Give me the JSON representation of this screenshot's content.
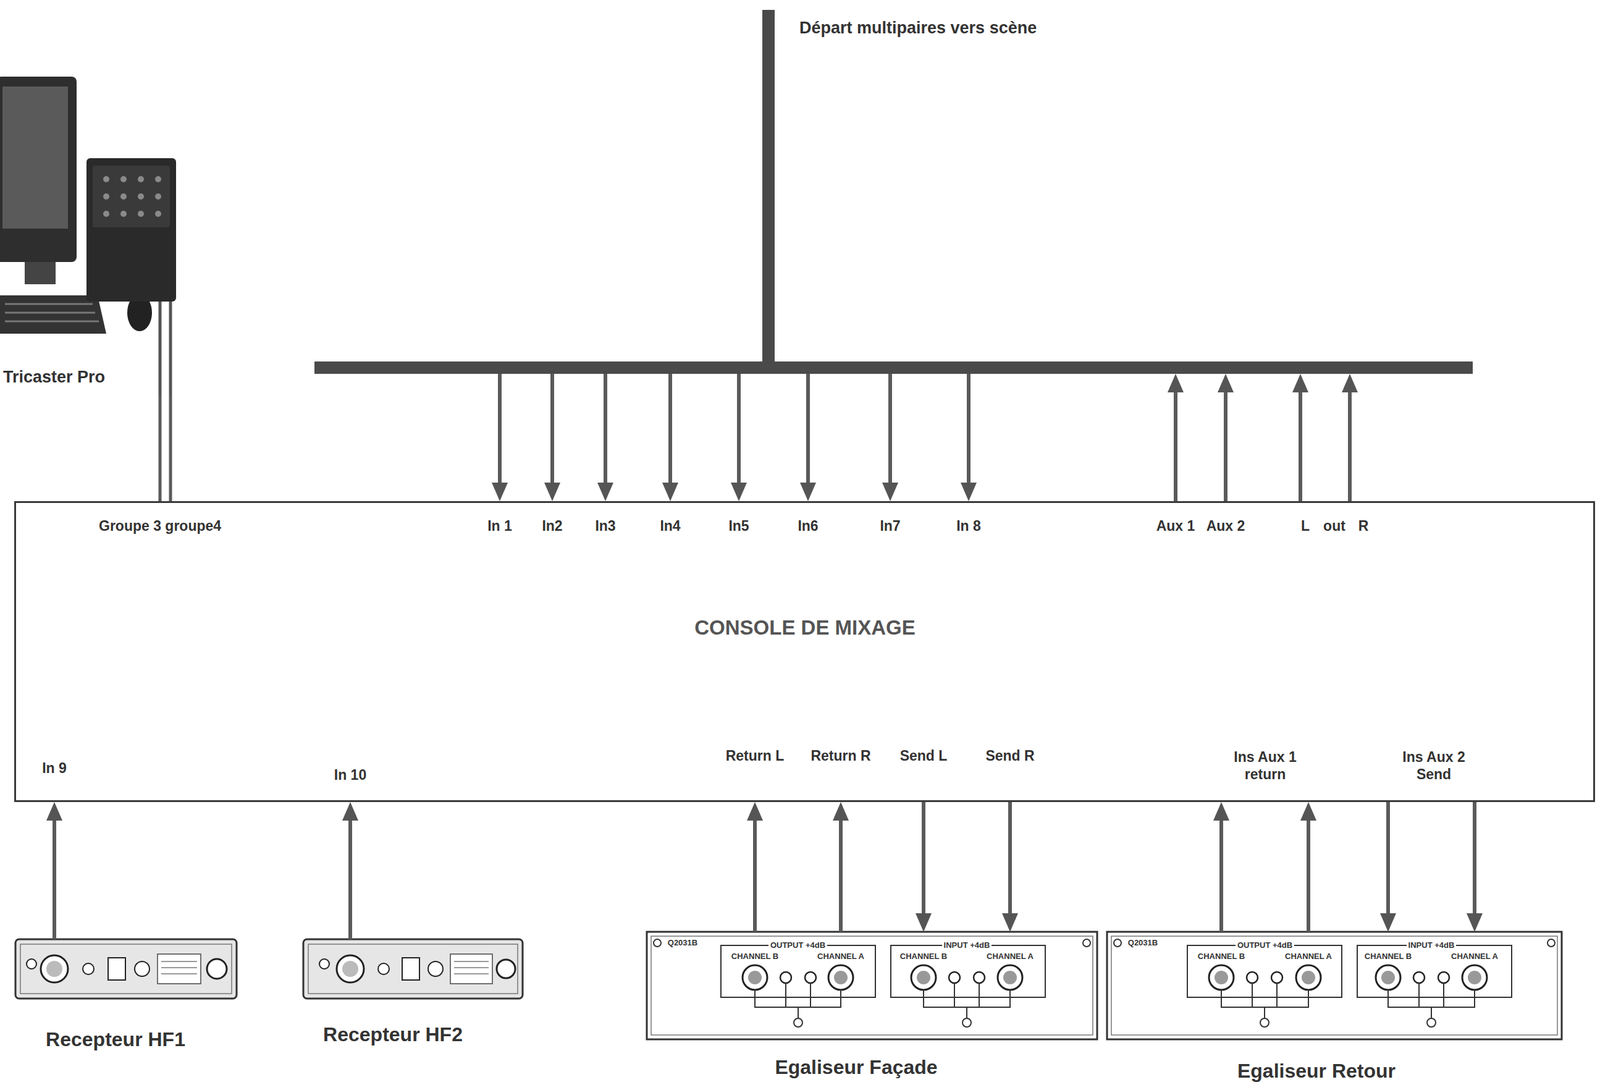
{
  "diagram": {
    "nodes": [
      {
        "text": [
          "Départ multipaires vers scène"
        ]
      },
      {
        "text": [
          "Tricaster Pro"
        ]
      },
      {
        "text": [
          "CONSOLE DE MIXAGE"
        ]
      },
      {
        "text": [
          "Recepteur HF1"
        ]
      },
      {
        "text": [
          "Recepteur HF2"
        ]
      },
      {
        "text": [
          "Q2031B",
          "CHANNEL B",
          "OUTPUT +4dB",
          "CHANNEL A",
          "CHANNEL B",
          "INPUT +4dB",
          "CHANNEL A",
          "Egaliseur Façade"
        ]
      },
      {
        "text": [
          "Q2031B",
          "CHANNEL B",
          "OUTPUT +4dB",
          "CHANNEL A",
          "CHANNEL B",
          "INPUT +4dB",
          "CHANNEL A",
          "Egaliseur Retour"
        ]
      }
    ],
    "edges": [
      {
        "from": 0,
        "to": 2,
        "arrow": "to",
        "label": "In 1"
      },
      {
        "from": 0,
        "to": 2,
        "arrow": "to",
        "label": "In2"
      },
      {
        "from": 0,
        "to": 2,
        "arrow": "to",
        "label": "In3"
      },
      {
        "from": 0,
        "to": 2,
        "arrow": "to",
        "label": "In4"
      },
      {
        "from": 0,
        "to": 2,
        "arrow": "to",
        "label": "In5"
      },
      {
        "from": 0,
        "to": 2,
        "arrow": "to",
        "label": "In6"
      },
      {
        "from": 0,
        "to": 2,
        "arrow": "to",
        "label": "In7"
      },
      {
        "from": 0,
        "to": 2,
        "arrow": "to",
        "label": "In 8"
      },
      {
        "from": 2,
        "to": 0,
        "arrow": "to",
        "label": "Aux 1"
      },
      {
        "from": 2,
        "to": 0,
        "arrow": "to",
        "label": "Aux 2"
      },
      {
        "from": 2,
        "to": 0,
        "arrow": "to",
        "label": "L"
      },
      {
        "from": 2,
        "to": 0,
        "arrow": "to",
        "label": "R"
      },
      {
        "from": 2,
        "to": 1,
        "arrow": "none"
      },
      {
        "from": 2,
        "to": 1,
        "arrow": "none"
      },
      {
        "from": 3,
        "to": 2,
        "arrow": "to",
        "label": "In 9"
      },
      {
        "from": 4,
        "to": 2,
        "arrow": "to",
        "label": "In 10"
      },
      {
        "from": 5,
        "to": 2,
        "arrow": "to",
        "label": "Return L"
      },
      {
        "from": 5,
        "to": 2,
        "arrow": "to",
        "label": "Return R"
      },
      {
        "from": 2,
        "to": 5,
        "arrow": "to",
        "label": "Send L"
      },
      {
        "from": 2,
        "to": 5,
        "arrow": "to",
        "label": "Send R"
      },
      {
        "from": 6,
        "to": 2,
        "arrow": "to"
      },
      {
        "from": 6,
        "to": 2,
        "arrow": "to"
      },
      {
        "from": 2,
        "to": 6,
        "arrow": "to"
      },
      {
        "from": 2,
        "to": 6,
        "arrow": "to"
      }
    ],
    "labels": [
      "Groupe 3 groupe4",
      "out",
      "Ins Aux 1 return",
      "Ins Aux 2 Send"
    ]
  }
}
